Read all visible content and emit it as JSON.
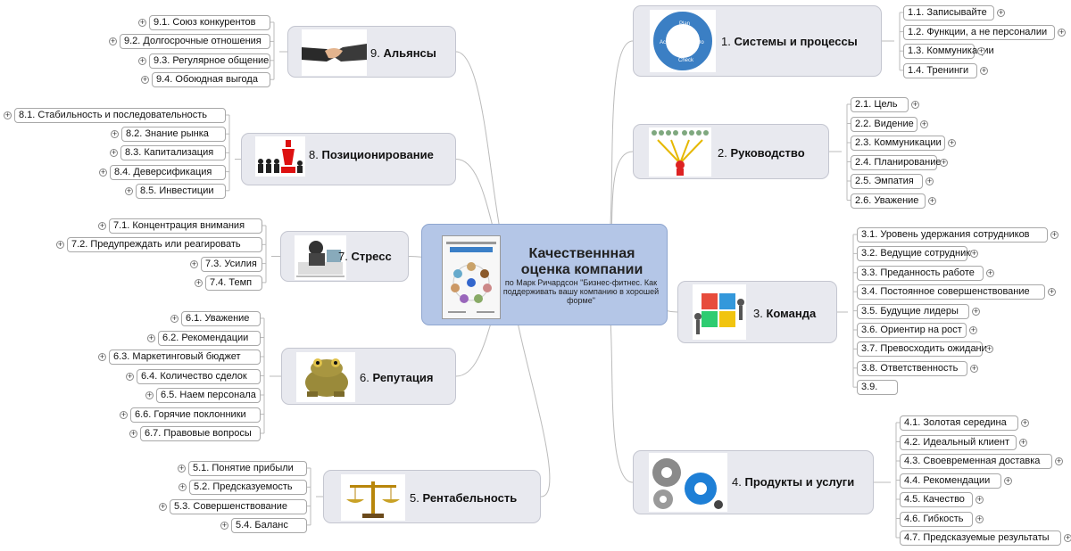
{
  "central": {
    "title": "Качественнная оценка компании",
    "subtitle": "по Марк Ричардсон \"Бизнес-фитнес. Как поддерживать вашу компанию в хорошей форме\""
  },
  "branches": [
    {
      "id": "b1",
      "num": "1.",
      "name": "Системы и процессы",
      "icon": "pdca-cycle-icon",
      "items": [
        {
          "text": "1.1. Записывайте",
          "plus": true
        },
        {
          "text": "1.2. Функции, а не персоналии",
          "plus": true
        },
        {
          "text": "1.3. Коммуникации",
          "plus": true
        },
        {
          "text": "1.4. Тренинги",
          "plus": true
        }
      ]
    },
    {
      "id": "b2",
      "num": "2.",
      "name": "Руководство",
      "icon": "org-hierarchy-icon",
      "items": [
        {
          "text": "2.1. Цель",
          "plus": true
        },
        {
          "text": "2.2. Видение",
          "plus": true
        },
        {
          "text": "2.3. Коммуникации",
          "plus": true
        },
        {
          "text": "2.4. Планирование",
          "plus": true
        },
        {
          "text": "2.5. Эмпатия",
          "plus": true
        },
        {
          "text": "2.6. Уважение",
          "plus": true
        }
      ]
    },
    {
      "id": "b3",
      "num": "3.",
      "name": "Команда",
      "icon": "puzzle-team-icon",
      "items": [
        {
          "text": "3.1. Уровень удержания сотрудников",
          "plus": true
        },
        {
          "text": "3.2. Ведущие сотрудники",
          "plus": true
        },
        {
          "text": "3.3. Преданность работе",
          "plus": true
        },
        {
          "text": "3.4. Постоянное совершенствование",
          "plus": true
        },
        {
          "text": "3.5. Будущие лидеры",
          "plus": true
        },
        {
          "text": "3.6. Ориентир на рост",
          "plus": true
        },
        {
          "text": "3.7. Превосходить ожидания",
          "plus": true
        },
        {
          "text": "3.8. Ответственность",
          "plus": true
        },
        {
          "text": "3.9.",
          "plus": false
        }
      ]
    },
    {
      "id": "b4",
      "num": "4.",
      "name": "Продукты и услуги",
      "icon": "gears-icon",
      "items": [
        {
          "text": "4.1. Золотая середина",
          "plus": true
        },
        {
          "text": "4.2. Идеальный клиент",
          "plus": true
        },
        {
          "text": "4.3. Своевременная доставка",
          "plus": true
        },
        {
          "text": "4.4. Рекомендации",
          "plus": true
        },
        {
          "text": "4.5. Качество",
          "plus": true
        },
        {
          "text": "4.6. Гибкость",
          "plus": true
        },
        {
          "text": "4.7. Предсказуемые результаты",
          "plus": true
        }
      ]
    },
    {
      "id": "b5",
      "num": "5.",
      "name": "Рентабельность",
      "icon": "scales-icon",
      "items": [
        {
          "text": "5.1. Понятие прибыли",
          "plus": true
        },
        {
          "text": "5.2. Предсказуемость",
          "plus": true
        },
        {
          "text": "5.3. Совершенствование",
          "plus": true
        },
        {
          "text": "5.4. Баланс",
          "plus": true
        }
      ]
    },
    {
      "id": "b6",
      "num": "6.",
      "name": "Репутация",
      "icon": "frog-icon",
      "items": [
        {
          "text": "6.1. Уважение",
          "plus": true
        },
        {
          "text": "6.2. Рекомендации",
          "plus": true
        },
        {
          "text": "6.3. Маркетинговый бюджет",
          "plus": true
        },
        {
          "text": "6.4. Количество сделок",
          "plus": true
        },
        {
          "text": "6.5. Наем персонала",
          "plus": true
        },
        {
          "text": "6.6. Горячие поклонники",
          "plus": true
        },
        {
          "text": "6.7. Правовые вопросы",
          "plus": true
        }
      ]
    },
    {
      "id": "b7",
      "num": "7.",
      "name": "Стресс",
      "icon": "stressed-person-icon",
      "items": [
        {
          "text": "7.1. Концентрация внимания",
          "plus": true
        },
        {
          "text": "7.2. Предупреждать или реагировать",
          "plus": true
        },
        {
          "text": "7.3. Усилия",
          "plus": true
        },
        {
          "text": "7.4. Темп",
          "plus": true
        }
      ]
    },
    {
      "id": "b8",
      "num": "8.",
      "name": "Позиционирование",
      "icon": "chess-pieces-icon",
      "items": [
        {
          "text": "8.1. Стабильность и последовательность",
          "plus": true
        },
        {
          "text": "8.2. Знание рынка",
          "plus": true
        },
        {
          "text": "8.3. Капитализация",
          "plus": true
        },
        {
          "text": "8.4. Деверсификация",
          "plus": true
        },
        {
          "text": "8.5. Инвестиции",
          "plus": true
        }
      ]
    },
    {
      "id": "b9",
      "num": "9.",
      "name": "Альянсы",
      "icon": "handshake-icon",
      "items": [
        {
          "text": "9.1. Союз конкурентов",
          "plus": true
        },
        {
          "text": "9.2. Долгосрочные отношения",
          "plus": true
        },
        {
          "text": "9.3. Регулярное общение",
          "plus": true
        },
        {
          "text": "9.4. Обоюдная выгода",
          "plus": true
        }
      ]
    }
  ],
  "colors": {
    "central_bg": "#b4c6e7",
    "topic_bg": "#e8e9ef",
    "line": "#bbbbbb"
  }
}
